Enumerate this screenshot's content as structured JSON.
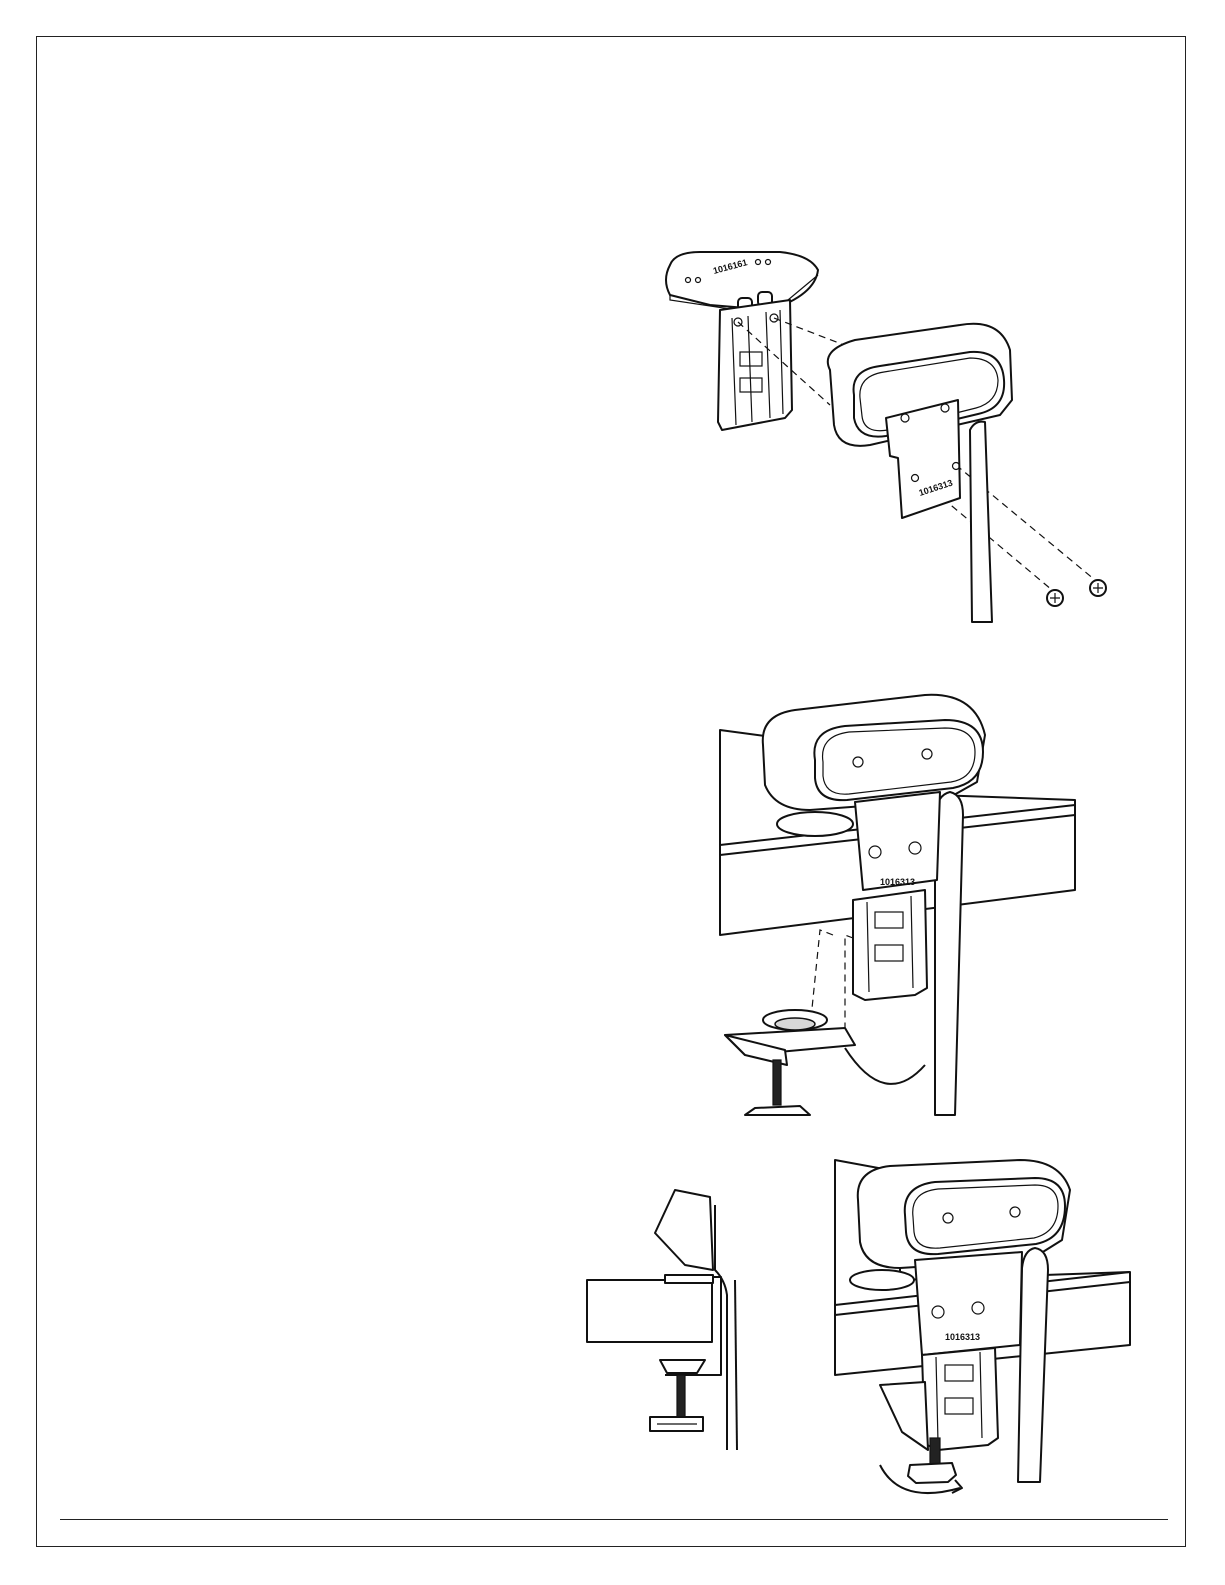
{
  "figures": {
    "step1": {
      "plate_part_number": "1016313",
      "mount_part_number": "1016161"
    },
    "step2": {
      "plate_part_number": "1016313"
    },
    "step3": {
      "plate_part_number": "1016313"
    }
  }
}
